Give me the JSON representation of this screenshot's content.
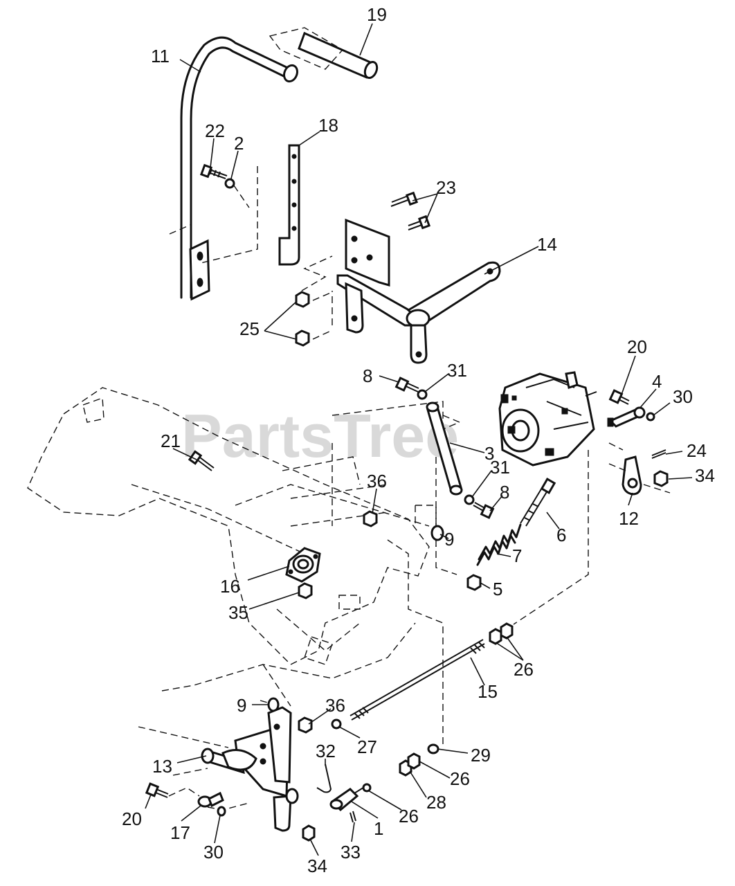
{
  "watermark": "PartsTree",
  "callouts": [
    {
      "id": "c19",
      "text": "19"
    },
    {
      "id": "c11",
      "text": "11"
    },
    {
      "id": "c18",
      "text": "18"
    },
    {
      "id": "c22",
      "text": "22"
    },
    {
      "id": "c2",
      "text": "2"
    },
    {
      "id": "c23",
      "text": "23"
    },
    {
      "id": "c14",
      "text": "14"
    },
    {
      "id": "c25",
      "text": "25"
    },
    {
      "id": "c20a",
      "text": "20"
    },
    {
      "id": "c4",
      "text": "4"
    },
    {
      "id": "c30a",
      "text": "30"
    },
    {
      "id": "c8a",
      "text": "8"
    },
    {
      "id": "c31a",
      "text": "31"
    },
    {
      "id": "c21",
      "text": "21"
    },
    {
      "id": "c3",
      "text": "3"
    },
    {
      "id": "c31b",
      "text": "31"
    },
    {
      "id": "c24",
      "text": "24"
    },
    {
      "id": "c34a",
      "text": "34"
    },
    {
      "id": "c12",
      "text": "12"
    },
    {
      "id": "c36a",
      "text": "36"
    },
    {
      "id": "c8b",
      "text": "8"
    },
    {
      "id": "c6",
      "text": "6"
    },
    {
      "id": "c9a",
      "text": "9"
    },
    {
      "id": "c7",
      "text": "7"
    },
    {
      "id": "c16",
      "text": "16"
    },
    {
      "id": "c5",
      "text": "5"
    },
    {
      "id": "c35",
      "text": "35"
    },
    {
      "id": "c26a",
      "text": "26"
    },
    {
      "id": "c15",
      "text": "15"
    },
    {
      "id": "c9b",
      "text": "9"
    },
    {
      "id": "c36b",
      "text": "36"
    },
    {
      "id": "c27",
      "text": "27"
    },
    {
      "id": "c32",
      "text": "32"
    },
    {
      "id": "c29",
      "text": "29"
    },
    {
      "id": "c13",
      "text": "13"
    },
    {
      "id": "c26b",
      "text": "26"
    },
    {
      "id": "c28",
      "text": "28"
    },
    {
      "id": "c20b",
      "text": "20"
    },
    {
      "id": "c26c",
      "text": "26"
    },
    {
      "id": "c17",
      "text": "17"
    },
    {
      "id": "c1",
      "text": "1"
    },
    {
      "id": "c30b",
      "text": "30"
    },
    {
      "id": "c33",
      "text": "33"
    },
    {
      "id": "c34b",
      "text": "34"
    }
  ]
}
